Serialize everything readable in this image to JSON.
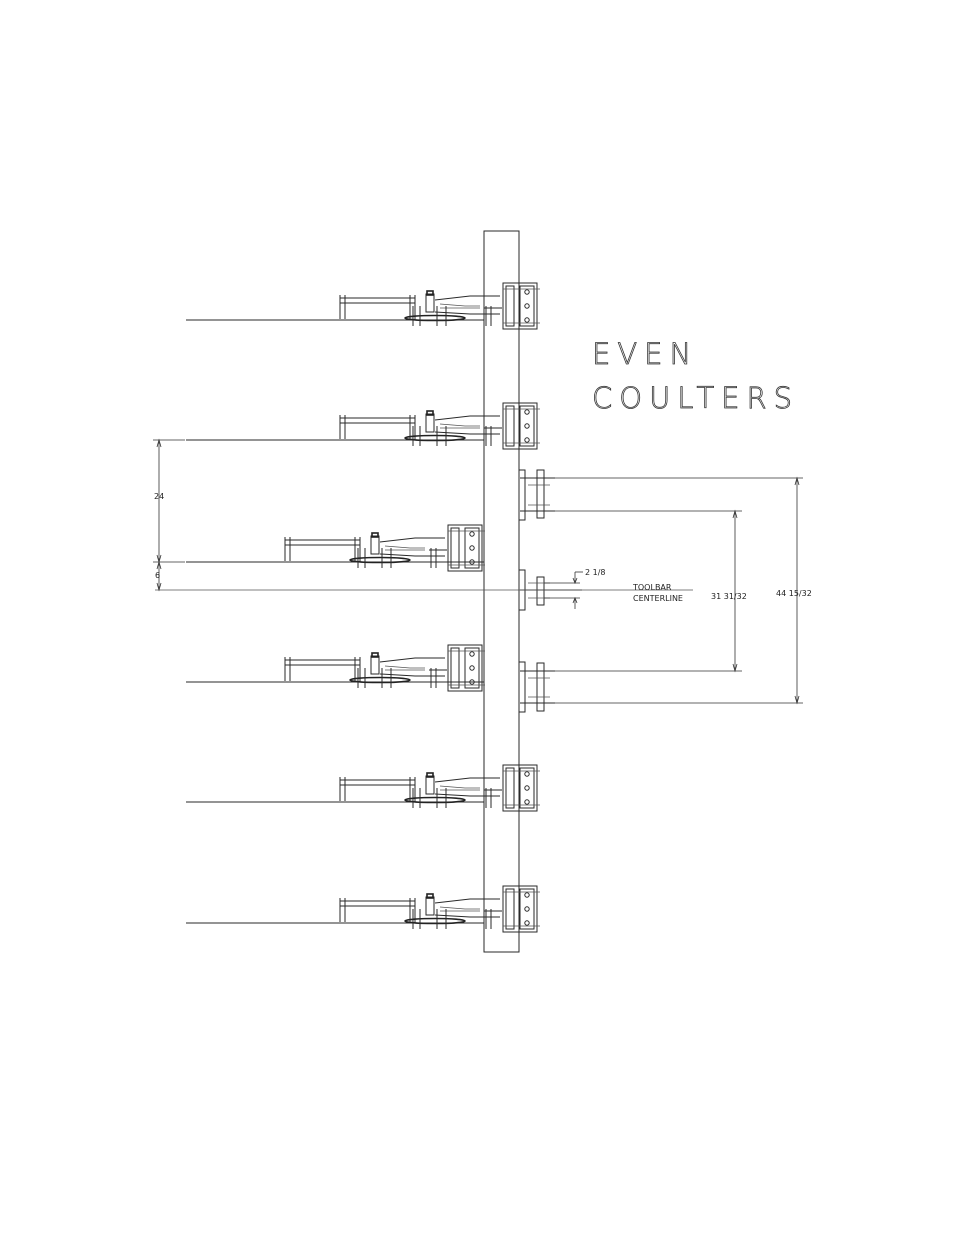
{
  "title": {
    "line1": "EVEN",
    "line2": "COULTERS"
  },
  "labels": {
    "toolbar": "TOOLBAR",
    "centerline": "CENTERLINE"
  },
  "dimensions": {
    "row_spacing": "24",
    "offset": "6",
    "small_offset": "2 1/8",
    "inner_span": "31 31/32",
    "outer_span": "44 15/32"
  },
  "coulter_units": [
    {
      "id": "row-1",
      "position": "right"
    },
    {
      "id": "row-2",
      "position": "right"
    },
    {
      "id": "row-3",
      "position": "left"
    },
    {
      "id": "row-4",
      "position": "left"
    },
    {
      "id": "row-5",
      "position": "right"
    },
    {
      "id": "row-6",
      "position": "right"
    }
  ]
}
